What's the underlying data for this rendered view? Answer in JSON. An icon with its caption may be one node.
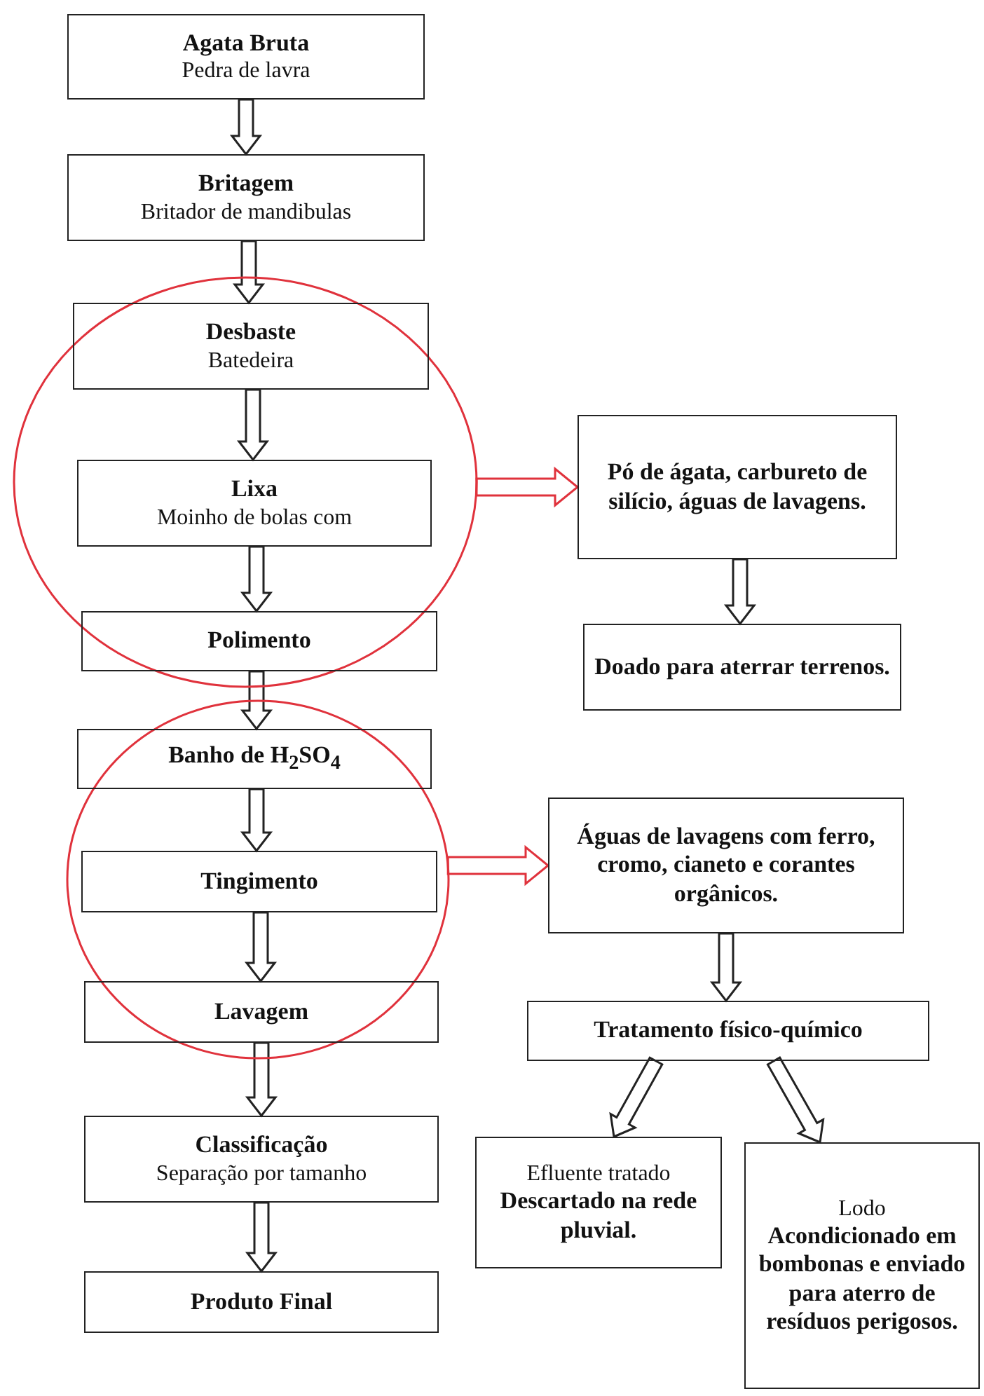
{
  "diagram": {
    "nodes": [
      {
        "text": [
          "Agata Bruta",
          "Pedra de lavra"
        ]
      },
      {
        "text": [
          "Britagem",
          "Britador de mandibulas"
        ]
      },
      {
        "text": [],
        "shape": "circle"
      },
      {
        "text": [
          "Desbaste",
          "Batedeira"
        ],
        "in": 2
      },
      {
        "text": [
          "Lixa",
          "Moinho de bolas com"
        ],
        "in": 2
      },
      {
        "text": [
          "Polimento"
        ],
        "in": 2
      },
      {
        "text": [
          "Pó de ágata, carbureto de silício, águas de lavagens."
        ]
      },
      {
        "text": [
          "Doado para aterrar terrenos."
        ]
      },
      {
        "text": [],
        "shape": "circle"
      },
      {
        "text": [
          "Banho de H$_{2}$SO$_{4}$"
        ],
        "in": 8
      },
      {
        "text": [
          "Tingimento"
        ],
        "in": 8
      },
      {
        "text": [
          "Lavagem"
        ],
        "in": 8
      },
      {
        "text": [
          "Águas de lavagens com ferro, cromo, cianeto e corantes orgânicos."
        ]
      },
      {
        "text": [
          "Classificação",
          "Separação por tamanho"
        ]
      },
      {
        "text": [
          "Tratamento físico-químico"
        ]
      },
      {
        "text": [
          "Produto Final"
        ]
      },
      {
        "text": [
          "Efluente tratado",
          "Descartado na rede pluvial."
        ]
      },
      {
        "text": [
          "Lodo",
          "Acondicionado em bombonas e enviado para aterro de resíduos perigosos."
        ]
      }
    ],
    "edges": [
      {
        "from": 0,
        "to": 1,
        "arrow": "to"
      },
      {
        "from": 1,
        "to": 3,
        "arrow": "to"
      },
      {
        "from": 3,
        "to": 4,
        "arrow": "to"
      },
      {
        "from": 4,
        "to": 5,
        "arrow": "to"
      },
      {
        "from": 5,
        "to": 9,
        "arrow": "to"
      },
      {
        "from": 9,
        "to": 10,
        "arrow": "to"
      },
      {
        "from": 10,
        "to": 11,
        "arrow": "to"
      },
      {
        "from": 11,
        "to": 13,
        "arrow": "to"
      },
      {
        "from": 13,
        "to": 15,
        "arrow": "to"
      },
      {
        "from": 2,
        "to": 6,
        "arrow": "to",
        "color": "#e0323c"
      },
      {
        "from": 6,
        "to": 7,
        "arrow": "to"
      },
      {
        "from": 8,
        "to": 12,
        "arrow": "to",
        "color": "#e0323c"
      },
      {
        "from": 12,
        "to": 14,
        "arrow": "to"
      },
      {
        "from": 14,
        "to": 16,
        "arrow": "to"
      },
      {
        "from": 14,
        "to": 17,
        "arrow": "to"
      }
    ]
  }
}
